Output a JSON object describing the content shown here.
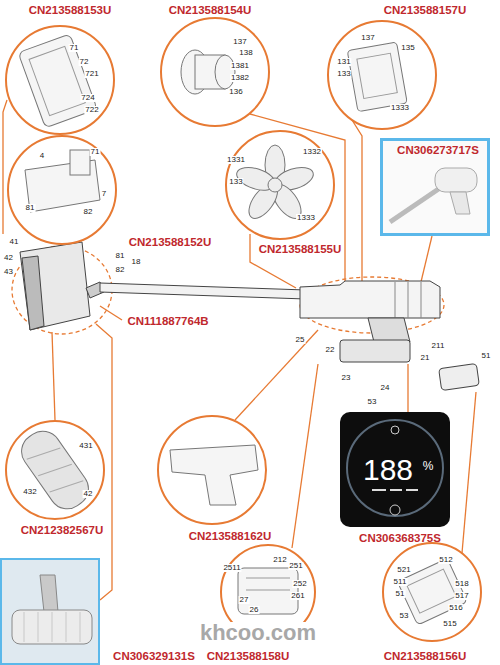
{
  "diagram": {
    "nodes": [
      {
        "text": [
          "CN213588153U"
        ]
      },
      {
        "text": [
          "CN213588154U"
        ]
      },
      {
        "text": [
          "CN213588157U"
        ]
      },
      {
        "text": [
          "CN213588152U"
        ]
      },
      {
        "text": [
          "CN213588155U"
        ]
      },
      {
        "text": [
          "CN306273717S"
        ]
      },
      {
        "text": [
          "CN212382567U"
        ]
      },
      {
        "text": [
          "CN213588162U"
        ]
      },
      {
        "text": [
          "CN306368375S"
        ]
      },
      {
        "text": [
          "CN306329131S"
        ]
      },
      {
        "text": [
          "CN213588158U"
        ]
      },
      {
        "text": [
          "CN213588156U"
        ]
      }
    ],
    "labels": [
      "71",
      "72",
      "721",
      "724",
      "722",
      "137",
      "138",
      "1381",
      "1382",
      "136",
      "137",
      "135",
      "131",
      "133",
      "1333",
      "4",
      "71",
      "81",
      "82",
      "7",
      "1331",
      "1332",
      "133",
      "1333",
      "41",
      "42",
      "43",
      "81",
      "82",
      "18",
      "CN111887764B",
      "25",
      "211",
      "22",
      "21",
      "23",
      "24",
      "51",
      "53",
      "431",
      "432",
      "42",
      "188",
      "%",
      "2511",
      "251",
      "212",
      "252",
      "261",
      "27",
      "26",
      "512",
      "521",
      "511",
      "51",
      "518",
      "517",
      "516",
      "53",
      "515",
      "khcoo.com"
    ]
  }
}
